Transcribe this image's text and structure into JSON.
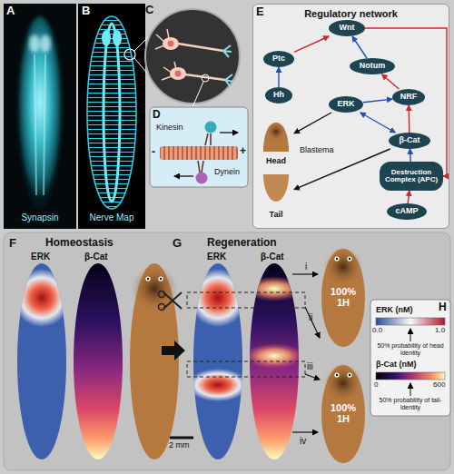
{
  "diagram": {
    "nodes": [
      {
        "text": [
          "Regulatory network"
        ]
      },
      {
        "text": [
          "Wnt"
        ],
        "in": 0
      },
      {
        "text": [
          "Ptc"
        ],
        "in": 0
      },
      {
        "text": [
          "Hh"
        ],
        "in": 0
      },
      {
        "text": [
          "Notum"
        ],
        "in": 0
      },
      {
        "text": [
          "NRF"
        ],
        "in": 0
      },
      {
        "text": [
          "ERK"
        ],
        "in": 0
      },
      {
        "text": [
          "β-Cat"
        ],
        "in": 0
      },
      {
        "text": [
          "Destruction Complex (APC)"
        ],
        "in": 0
      },
      {
        "text": [
          "cAMP"
        ],
        "in": 0
      },
      {
        "text": [
          "Head"
        ],
        "in": 0
      },
      {
        "text": [
          "Tail"
        ],
        "in": 0
      },
      {
        "text": [
          "100% 1H"
        ]
      },
      {
        "text": [
          "100% 1H"
        ]
      }
    ],
    "edges": [
      {
        "from": 2,
        "to": 1,
        "arrow": "to"
      },
      {
        "from": 3,
        "to": 2,
        "arrow": "to"
      },
      {
        "from": 4,
        "to": 1,
        "arrow": "to"
      },
      {
        "from": 5,
        "to": 4,
        "arrow": "to"
      },
      {
        "from": 7,
        "to": 5,
        "arrow": "to"
      },
      {
        "from": 6,
        "to": 5,
        "arrow": "to"
      },
      {
        "from": 6,
        "to": 7,
        "arrow": "both"
      },
      {
        "from": 8,
        "to": 7,
        "arrow": "to"
      },
      {
        "from": 9,
        "to": 8,
        "arrow": "to"
      },
      {
        "from": 1,
        "to": 8,
        "arrow": "to"
      },
      {
        "from": 6,
        "to": 10,
        "arrow": "to"
      },
      {
        "from": 7,
        "to": 11,
        "arrow": "to"
      }
    ],
    "labels": [
      "A",
      "Synapsin",
      "B",
      "Nerve Map",
      "C",
      "D",
      "Kinesin",
      "Dynein",
      "-",
      "+",
      "E",
      "Blastema",
      "F",
      "Homeostasis",
      "ERK",
      "β-Cat",
      "G",
      "Regeneration",
      "ERK",
      "β-Cat",
      "i",
      "ii",
      "iii",
      "iv",
      "2 mm",
      "H",
      "ERK (nM)",
      "0.0",
      "1.0",
      "50% probability of head identity",
      "β-Cat (nM)",
      "0",
      "600",
      "50% probability of tail-identity"
    ]
  }
}
